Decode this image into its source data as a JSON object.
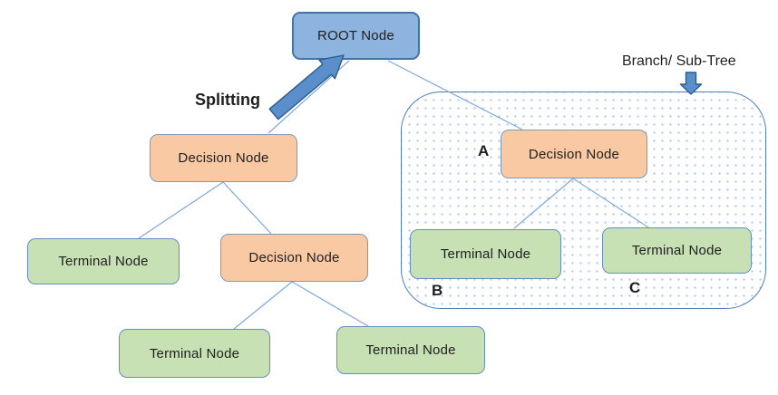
{
  "diagram": {
    "nodes": [
      {
        "id": "root",
        "type": "root",
        "label": "ROOT Node"
      },
      {
        "id": "decision-left",
        "type": "decision",
        "label": "Decision Node"
      },
      {
        "id": "decision-a",
        "type": "decision",
        "label": "Decision Node"
      },
      {
        "id": "decision-mid",
        "type": "decision",
        "label": "Decision Node"
      },
      {
        "id": "terminal-left",
        "type": "terminal",
        "label": "Terminal Node"
      },
      {
        "id": "terminal-b",
        "type": "terminal",
        "label": "Terminal Node"
      },
      {
        "id": "terminal-c",
        "type": "terminal",
        "label": "Terminal Node"
      },
      {
        "id": "terminal-bottom-left",
        "type": "terminal",
        "label": "Terminal Node"
      },
      {
        "id": "terminal-bottom-right",
        "type": "terminal",
        "label": "Terminal Node"
      }
    ],
    "annotations": {
      "splitting": "Splitting",
      "branch_subtree": "Branch/ Sub-Tree",
      "marker_a": "A",
      "marker_b": "B",
      "marker_c": "C"
    },
    "icons": {
      "splitting_arrow": "up-right-block-arrow",
      "branch_arrow": "down-block-arrow"
    },
    "colors": {
      "root_fill": "#8DB4DF",
      "root_border": "#4473A8",
      "decision_fill": "#F9C9A3",
      "decision_border": "#7E99BE",
      "terminal_fill": "#C8E1B4",
      "terminal_border": "#6390BC",
      "edge": "#7FA8DC",
      "arrow_fill": "#5B8FCB",
      "arrow_border": "#2D5A8E",
      "region_border": "#4E7FB5",
      "region_dot": "#A9C7E8",
      "text": "#1F1F1F"
    }
  }
}
